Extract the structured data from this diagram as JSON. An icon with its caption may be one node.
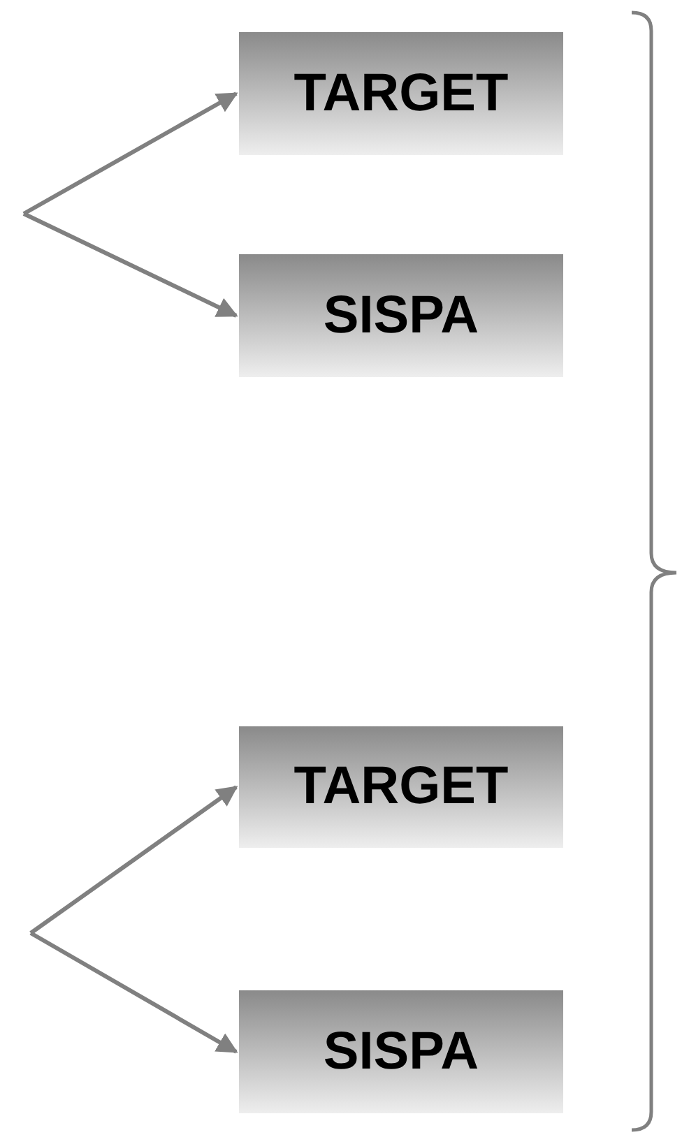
{
  "diagram": {
    "nodes": [
      {
        "text": [
          "TARGET"
        ]
      },
      {
        "text": [
          "SISPA"
        ]
      },
      {
        "text": [
          "TARGET"
        ]
      },
      {
        "text": [
          "SISPA"
        ]
      }
    ],
    "edges": [
      {
        "from": null,
        "to": 0,
        "arrow": "to"
      },
      {
        "from": null,
        "to": 1,
        "arrow": "to"
      },
      {
        "from": null,
        "to": 2,
        "arrow": "to"
      },
      {
        "from": null,
        "to": 3,
        "arrow": "to"
      }
    ]
  }
}
